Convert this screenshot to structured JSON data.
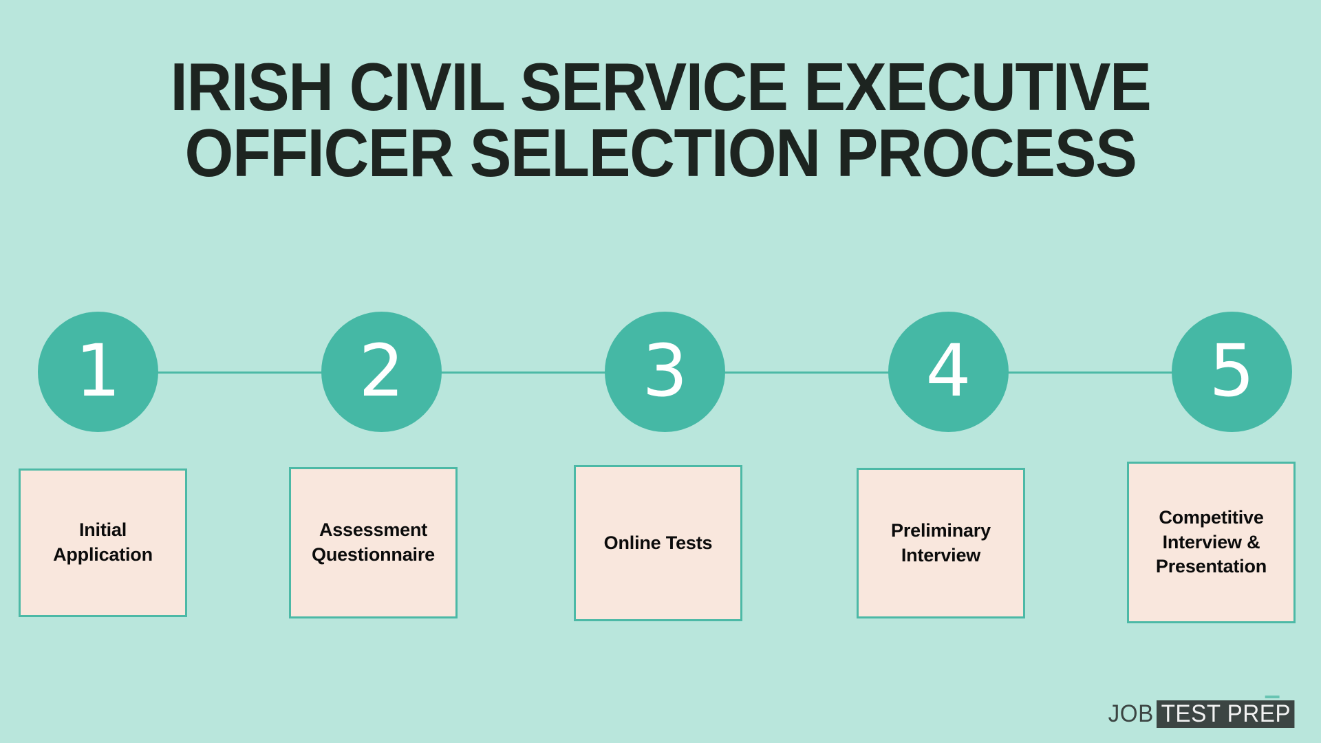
{
  "theme": {
    "background_color": "#b9e6dc",
    "accent_color": "#45b8a5",
    "box_fill_color": "#f9e7dd",
    "box_border_color": "#4cb9a6",
    "title_color": "#1d2420",
    "logo_dark_color": "#3c4543"
  },
  "title": {
    "line1": "IRISH CIVIL SERVICE EXECUTIVE",
    "line2": "OFFICER SELECTION PROCESS",
    "full": "IRISH CIVIL SERVICE EXECUTIVE OFFICER SELECTION PROCESS"
  },
  "steps": [
    {
      "number": "1",
      "label": "Initial\nApplication"
    },
    {
      "number": "2",
      "label": "Assessment\nQuestionnaire"
    },
    {
      "number": "3",
      "label": "Online Tests"
    },
    {
      "number": "4",
      "label": "Preliminary\nInterview"
    },
    {
      "number": "5",
      "label": "Competitive\nInterview &\nPresentation"
    }
  ],
  "logo": {
    "part1": "JOB",
    "part2": "TEST PREP"
  }
}
